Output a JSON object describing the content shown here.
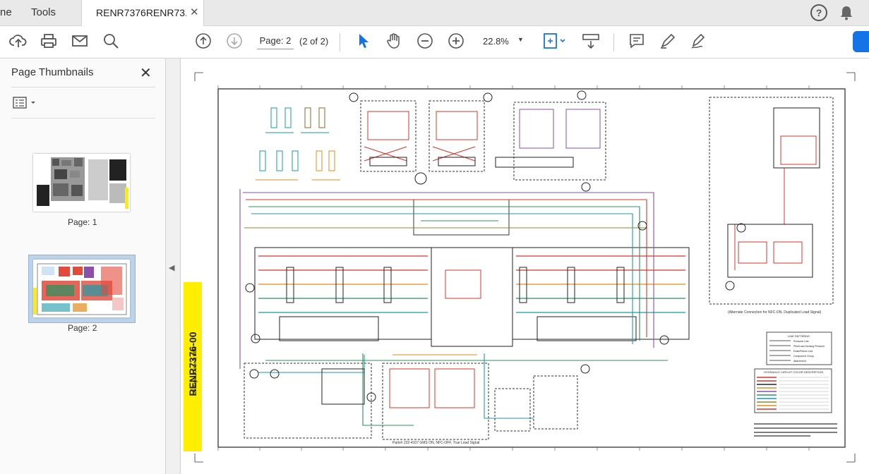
{
  "tabs": {
    "home_label": "ne",
    "tools_label": "Tools",
    "document_label": "RENR7376RENR73...",
    "close_symbol": "✕"
  },
  "header_icons": [
    "help-icon",
    "notifications-bell-icon"
  ],
  "toolbar": {
    "icons": [
      "upload-cloud-icon",
      "print-icon",
      "email-icon",
      "search-icon",
      "prev-page-icon",
      "next-page-icon",
      "select-cursor-icon",
      "hand-pan-icon",
      "zoom-out-icon",
      "zoom-in-icon",
      "fit-page-icon",
      "scroll-mode-icon",
      "comment-icon",
      "highlight-pen-icon",
      "sign-icon"
    ],
    "page_value": "Page: 2",
    "page_count": "(2 of 2)",
    "zoom": "22.8%"
  },
  "sidebar": {
    "title": "Page Thumbnails",
    "thumbnails": [
      {
        "label": "Page: 1",
        "selected": false
      },
      {
        "label": "Page: 2",
        "selected": true
      }
    ]
  },
  "document": {
    "side_label": "RENR7376-00",
    "side_sublabel": "20 Pages, Color 2, REM",
    "alt_caption": "(Alternate Connection for NFC-ON, Duplicated Load Signal)",
    "bottom_caption": "Parts# 232-4107 GMS ON, NFC-OFF, True Load Signal",
    "legend_title": "LINE PATTERNS",
    "legend_items": [
      "Pressure Line",
      "Pilot/Load Sensing Pressure",
      "Drain/Return Line",
      "Component Group",
      "Attachment"
    ],
    "color_legend_title": "HYDRAULIC CIRCUIT COLOR DESCRIPTION",
    "colors": {
      "accent": "#1473e6",
      "label_yellow": "#ffee00",
      "line_red": "#d9342b",
      "line_green": "#2f8f5a",
      "line_teal": "#1b9aaa",
      "line_orange": "#e38b1b",
      "line_purple": "#8a4fa8",
      "line_olive": "#8a8a2e",
      "line_black": "#222222"
    }
  }
}
